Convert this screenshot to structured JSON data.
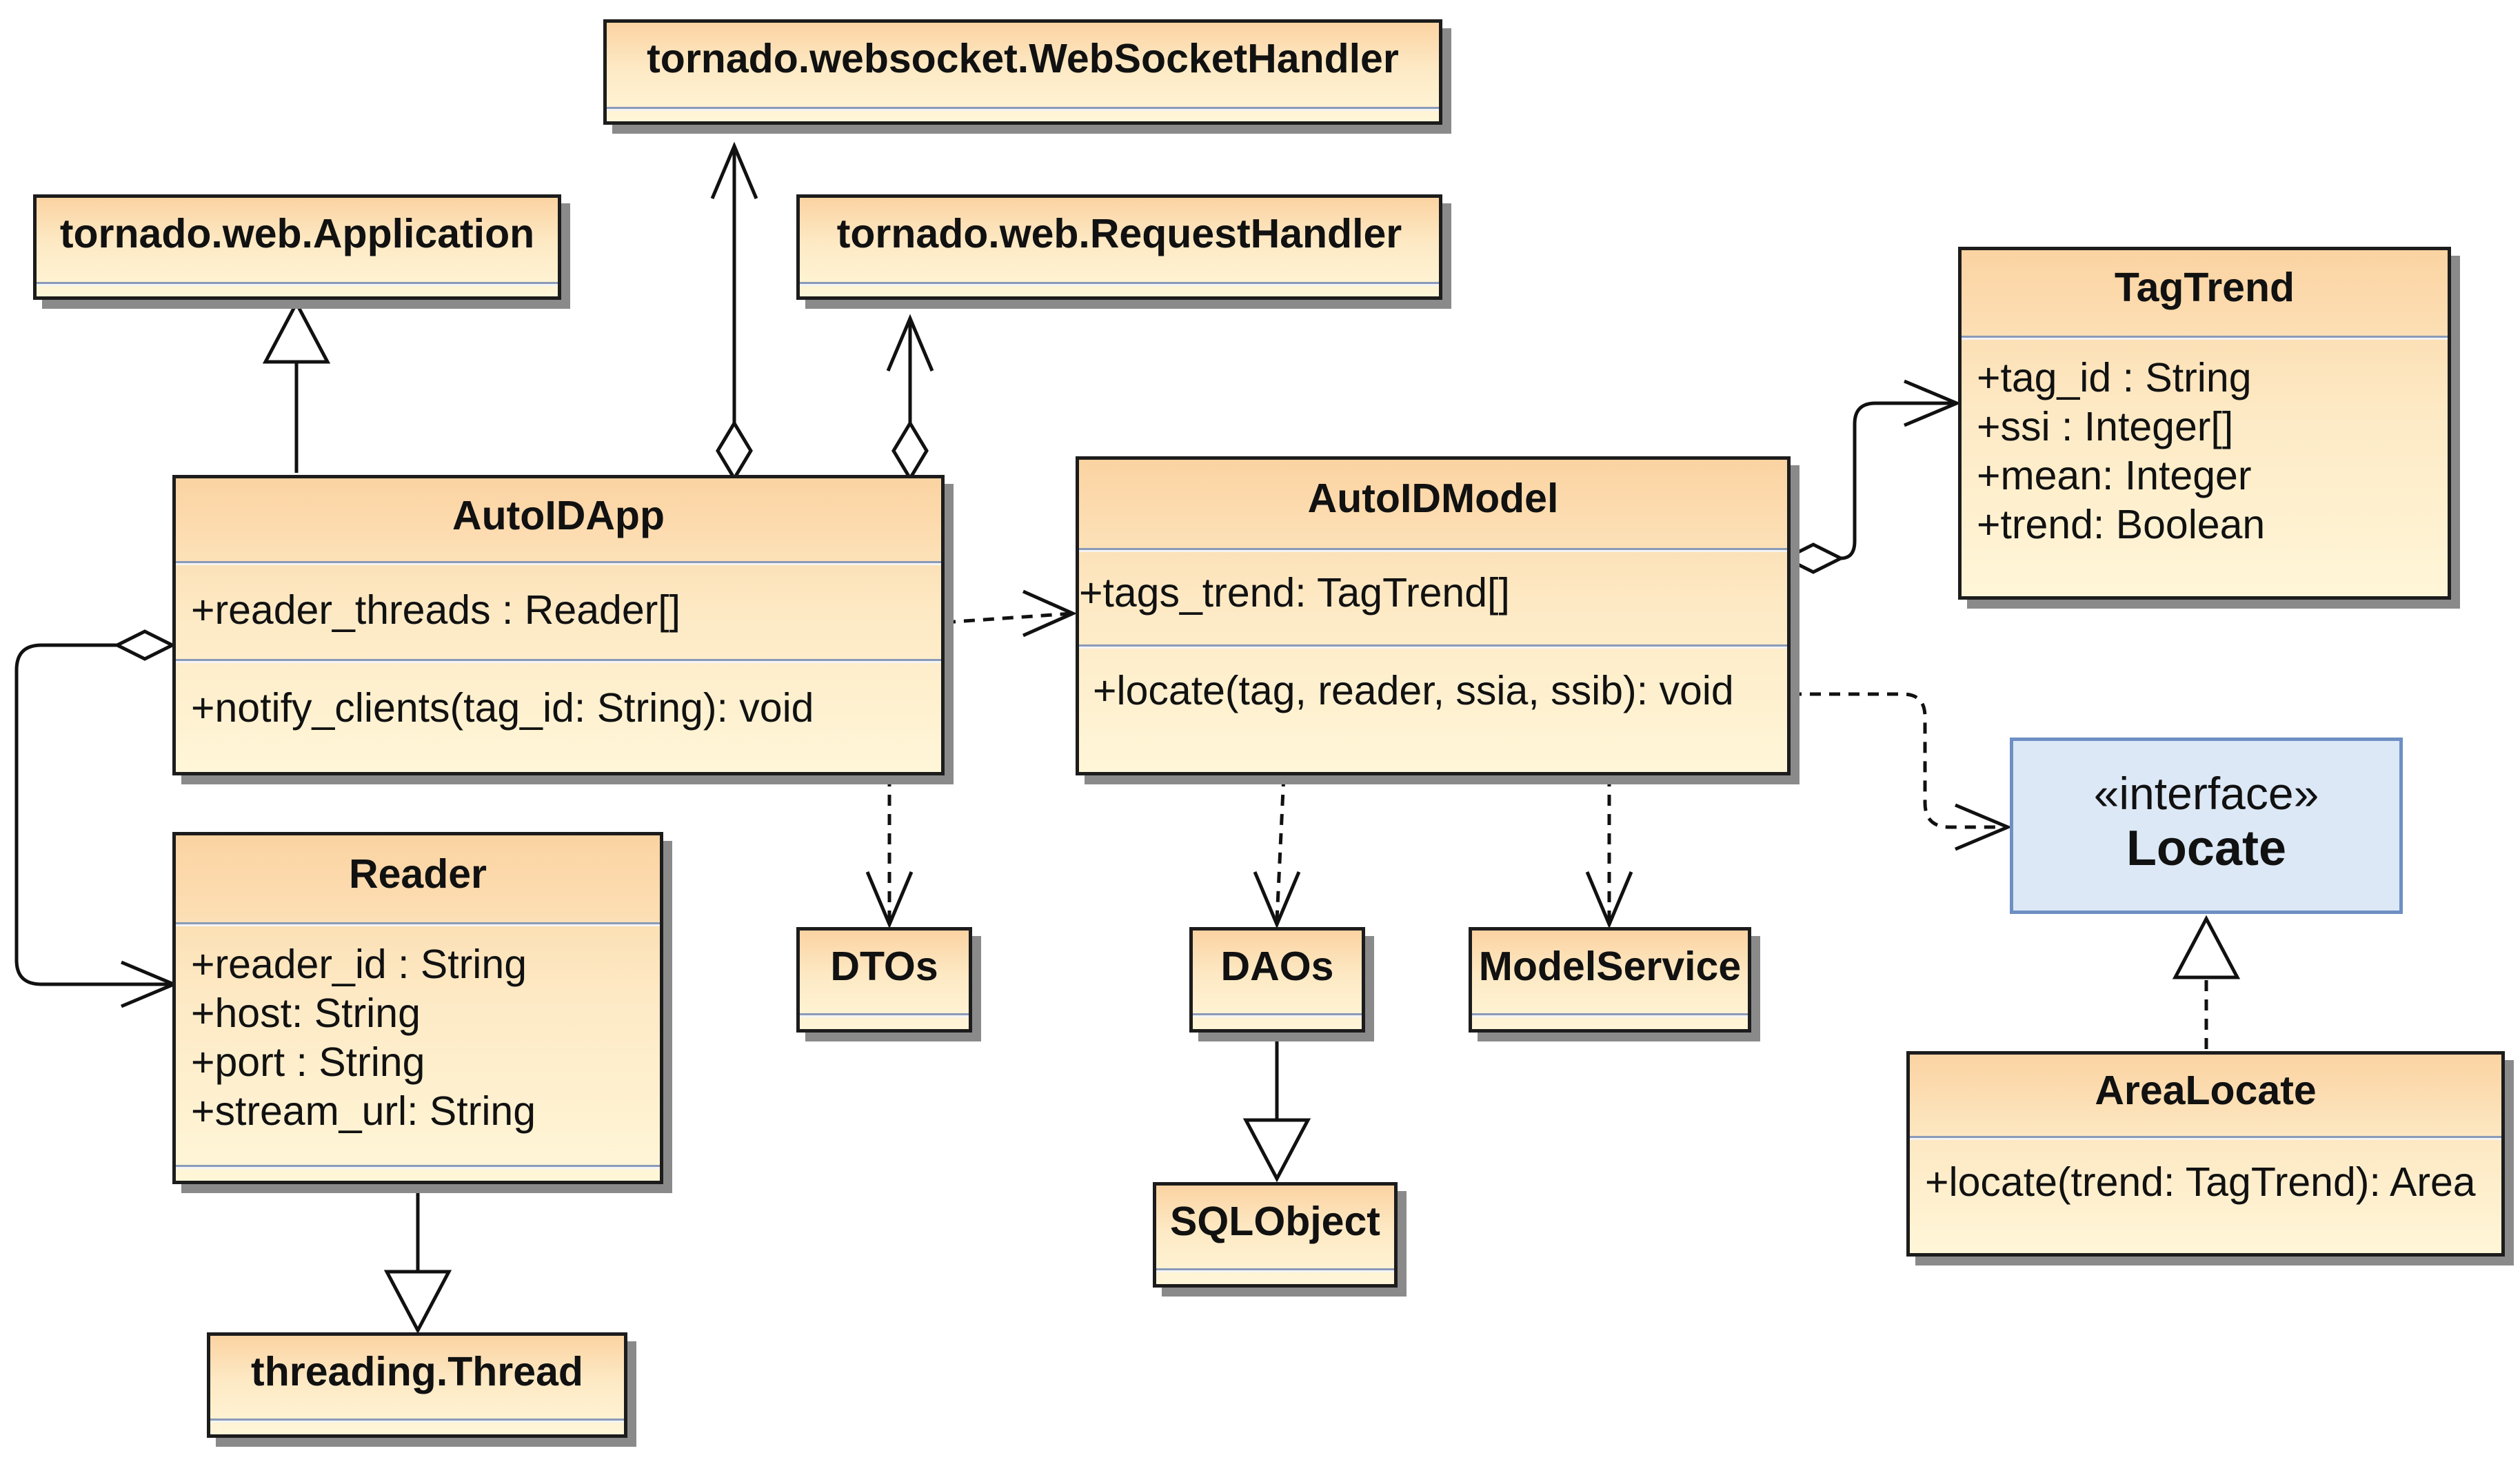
{
  "classes": {
    "websocket_handler": {
      "name": "tornado.websocket.WebSocketHandler"
    },
    "web_application": {
      "name": "tornado.web.Application"
    },
    "request_handler": {
      "name": "tornado.web.RequestHandler"
    },
    "autoid_app": {
      "name": "AutoIDApp",
      "attributes": [
        "+reader_threads : Reader[]"
      ],
      "operations": [
        "+notify_clients(tag_id: String): void"
      ]
    },
    "autoid_model": {
      "name": "AutoIDModel",
      "attributes": [
        "+tags_trend: TagTrend[]"
      ],
      "operations": [
        "+locate(tag, reader, ssia, ssib): void"
      ]
    },
    "tag_trend": {
      "name": "TagTrend",
      "attributes": [
        "+tag_id : String",
        "+ssi : Integer[]",
        "+mean: Integer",
        "+trend: Boolean"
      ]
    },
    "reader": {
      "name": "Reader",
      "attributes": [
        "+reader_id : String",
        "+host: String",
        "+port : String",
        "+stream_url: String"
      ]
    },
    "dtos": {
      "name": "DTOs"
    },
    "daos": {
      "name": "DAOs"
    },
    "model_service": {
      "name": "ModelService"
    },
    "sql_object": {
      "name": "SQLObject"
    },
    "threading_thread": {
      "name": "threading.Thread"
    },
    "area_locate": {
      "name": "AreaLocate",
      "operations": [
        "+locate(trend: TagTrend): Area"
      ]
    }
  },
  "interface_locate": {
    "stereotype": "«interface»",
    "name": "Locate"
  },
  "colors": {
    "class_fill_top": "#fbd3a2",
    "class_fill_bottom": "#fff6d8",
    "interface_fill": "#dce8f6",
    "interface_border": "#6d8fc4",
    "line": "#111111"
  }
}
